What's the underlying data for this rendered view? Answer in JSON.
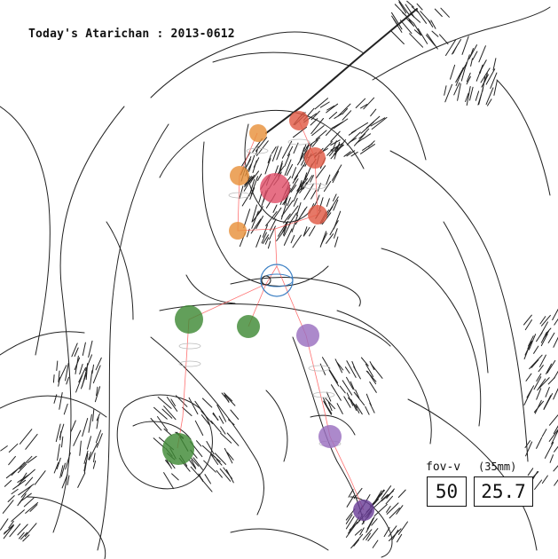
{
  "header": {
    "title": "Today's Atarichan : 2013-0612"
  },
  "fov": {
    "label": "fov-v",
    "focal": "(35mm)",
    "value": "50",
    "degrees": "25.7"
  },
  "rig": {
    "colors": {
      "orange": "#e8913c",
      "red": "#e05a45",
      "pink": "#e0506a",
      "green": "#3f8a36",
      "purple": "#9a6fc0",
      "dark_purple": "#6b3f99",
      "bone": "#ff4d4d",
      "gizmo": "#3b7fc4"
    }
  }
}
